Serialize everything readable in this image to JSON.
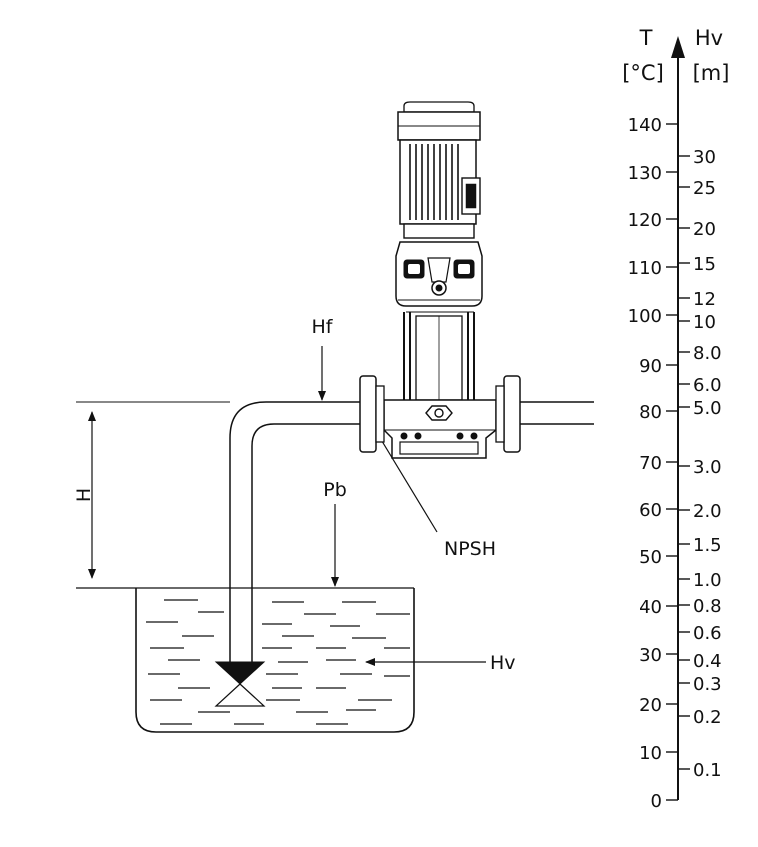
{
  "labels": {
    "hf": "Hf",
    "h": "H",
    "pb": "Pb",
    "npsh": "NPSH",
    "hv": "Hv"
  },
  "scale": {
    "t_symbol": "T",
    "t_unit": "[°C]",
    "hv_symbol": "Hv",
    "hv_unit": "[m]",
    "t_ticks": [
      "140",
      "130",
      "120",
      "110",
      "100",
      "90",
      "80",
      "70",
      "60",
      "50",
      "40",
      "30",
      "20",
      "10",
      "0"
    ],
    "hv_ticks": [
      "30",
      "25",
      "20",
      "15",
      "12",
      "10",
      "8.0",
      "6.0",
      "5.0",
      "3.0",
      "2.0",
      "1.5",
      "1.0",
      "0.8",
      "0.6",
      "0.4",
      "0.3",
      "0.2",
      "0.1"
    ]
  }
}
